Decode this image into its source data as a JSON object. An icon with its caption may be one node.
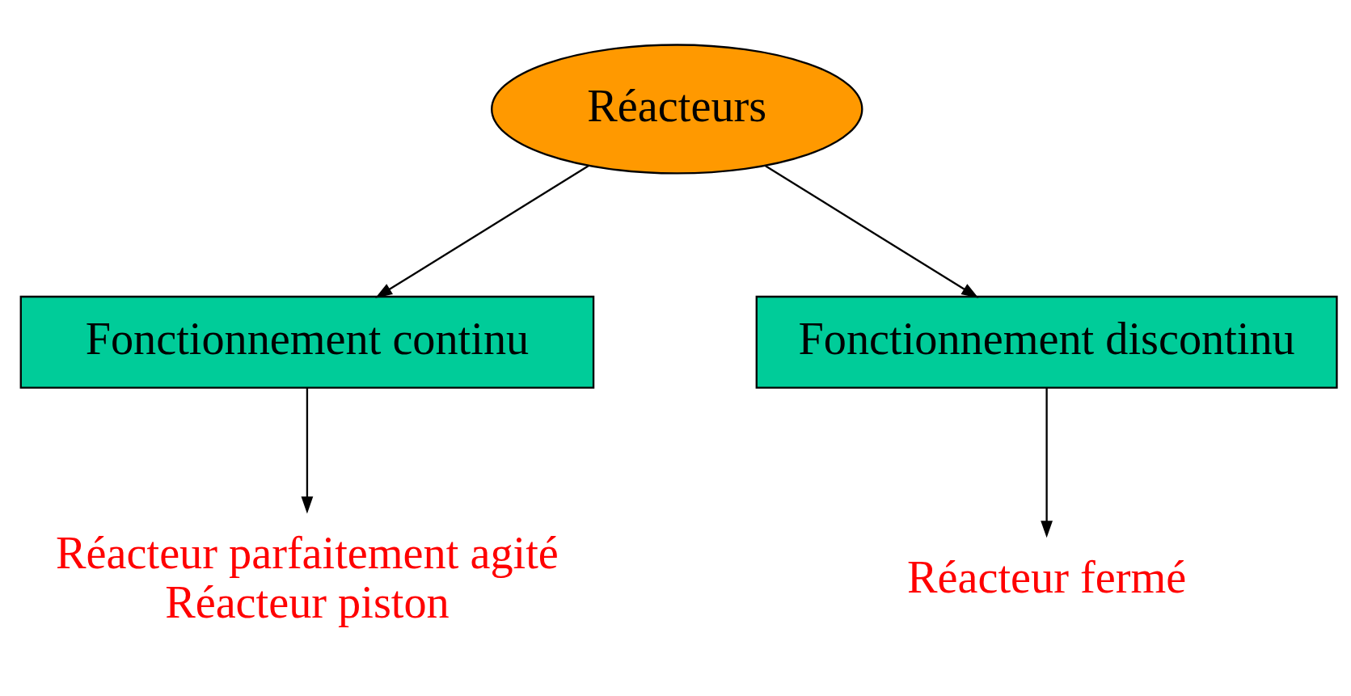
{
  "diagram": {
    "nodes": [
      {
        "text": [
          "Réacteurs"
        ]
      },
      {
        "text": [
          "Fonctionnement continu"
        ]
      },
      {
        "text": [
          "Fonctionnement discontinu"
        ]
      },
      {
        "text": [
          "Réacteur parfaitement agité",
          "Réacteur piston"
        ]
      },
      {
        "text": [
          "Réacteur fermé"
        ]
      }
    ],
    "edges": [
      {
        "from": 0,
        "to": 1,
        "arrow": "to"
      },
      {
        "from": 0,
        "to": 2,
        "arrow": "to"
      },
      {
        "from": 1,
        "to": 3,
        "arrow": "to"
      },
      {
        "from": 2,
        "to": 4,
        "arrow": "to"
      }
    ]
  }
}
